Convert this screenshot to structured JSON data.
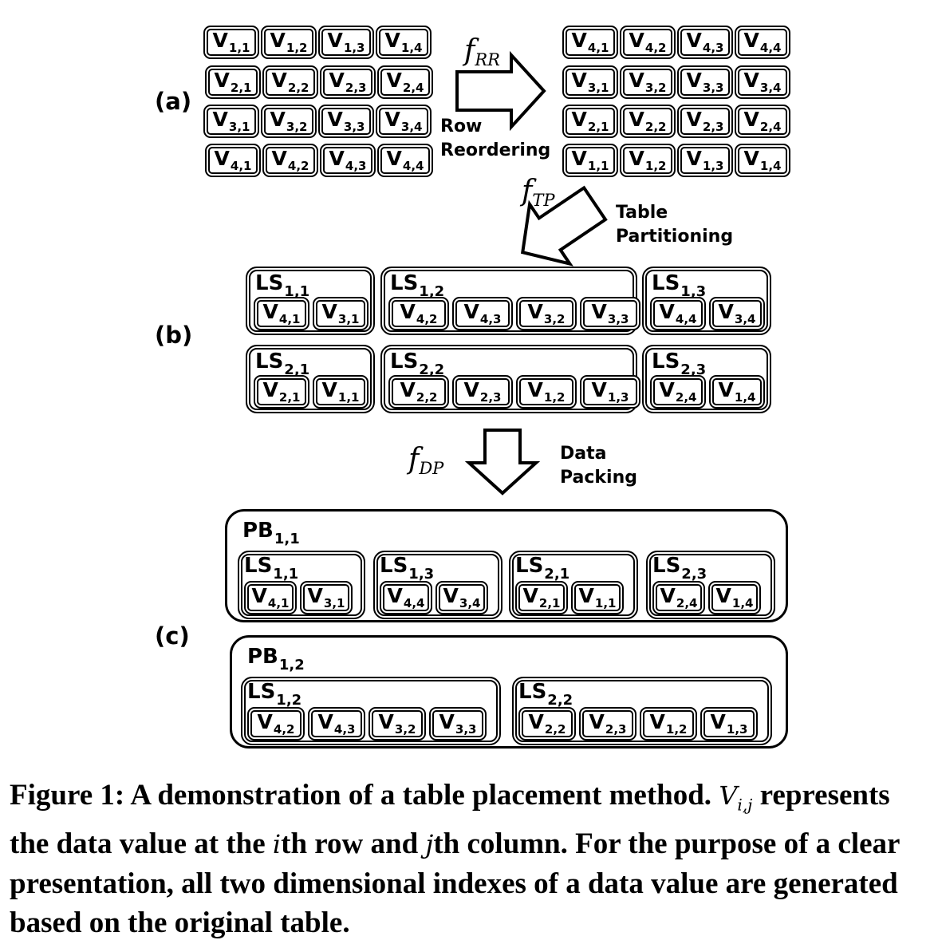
{
  "labels": {
    "a": "(a)",
    "b": "(b)",
    "c": "(c)"
  },
  "functions": {
    "rr": {
      "f": "f",
      "sub": "RR"
    },
    "tp": {
      "f": "f",
      "sub": "TP"
    },
    "dp": {
      "f": "f",
      "sub": "DP"
    }
  },
  "steps": {
    "row_reordering": [
      "Row",
      "Reordering"
    ],
    "table_partitioning": [
      "Table",
      "Partitioning"
    ],
    "data_packing": [
      "Data",
      "Packing"
    ]
  },
  "original_table": [
    [
      "1,1",
      "1,2",
      "1,3",
      "1,4"
    ],
    [
      "2,1",
      "2,2",
      "2,3",
      "2,4"
    ],
    [
      "3,1",
      "3,2",
      "3,3",
      "3,4"
    ],
    [
      "4,1",
      "4,2",
      "4,3",
      "4,4"
    ]
  ],
  "reordered_table": [
    [
      "4,1",
      "4,2",
      "4,3",
      "4,4"
    ],
    [
      "3,1",
      "3,2",
      "3,3",
      "3,4"
    ],
    [
      "2,1",
      "2,2",
      "2,3",
      "2,4"
    ],
    [
      "1,1",
      "1,2",
      "1,3",
      "1,4"
    ]
  ],
  "segments": [
    {
      "name": "LS",
      "idx": "1,1",
      "cells": [
        "4,1",
        "3,1"
      ]
    },
    {
      "name": "LS",
      "idx": "1,2",
      "cells": [
        "4,2",
        "4,3",
        "3,2",
        "3,3"
      ]
    },
    {
      "name": "LS",
      "idx": "1,3",
      "cells": [
        "4,4",
        "3,4"
      ]
    },
    {
      "name": "LS",
      "idx": "2,1",
      "cells": [
        "2,1",
        "1,1"
      ]
    },
    {
      "name": "LS",
      "idx": "2,2",
      "cells": [
        "2,2",
        "2,3",
        "1,2",
        "1,3"
      ]
    },
    {
      "name": "LS",
      "idx": "2,3",
      "cells": [
        "2,4",
        "1,4"
      ]
    }
  ],
  "packed_blocks": [
    {
      "name": "PB",
      "idx": "1,1",
      "segments": [
        {
          "name": "LS",
          "idx": "1,1",
          "cells": [
            "4,1",
            "3,1"
          ]
        },
        {
          "name": "LS",
          "idx": "1,3",
          "cells": [
            "4,4",
            "3,4"
          ]
        },
        {
          "name": "LS",
          "idx": "2,1",
          "cells": [
            "2,1",
            "1,1"
          ]
        },
        {
          "name": "LS",
          "idx": "2,3",
          "cells": [
            "2,4",
            "1,4"
          ]
        }
      ]
    },
    {
      "name": "PB",
      "idx": "1,2",
      "segments": [
        {
          "name": "LS",
          "idx": "1,2",
          "cells": [
            "4,2",
            "4,3",
            "3,2",
            "3,3"
          ]
        },
        {
          "name": "LS",
          "idx": "2,2",
          "cells": [
            "2,2",
            "2,3",
            "1,2",
            "1,3"
          ]
        }
      ]
    }
  ],
  "cell_letter": "V",
  "caption": {
    "lead": "Figure 1: A demonstration of a table placement method.",
    "sym_vij": "Vi,j",
    "p1": "represents the data value at the",
    "sym_i": "i",
    "p2": "th row and",
    "sym_j": "j",
    "p3": "th column. For the purpose of a clear presentation, all two dimensional indexes of a data value are generated based on the original table."
  }
}
